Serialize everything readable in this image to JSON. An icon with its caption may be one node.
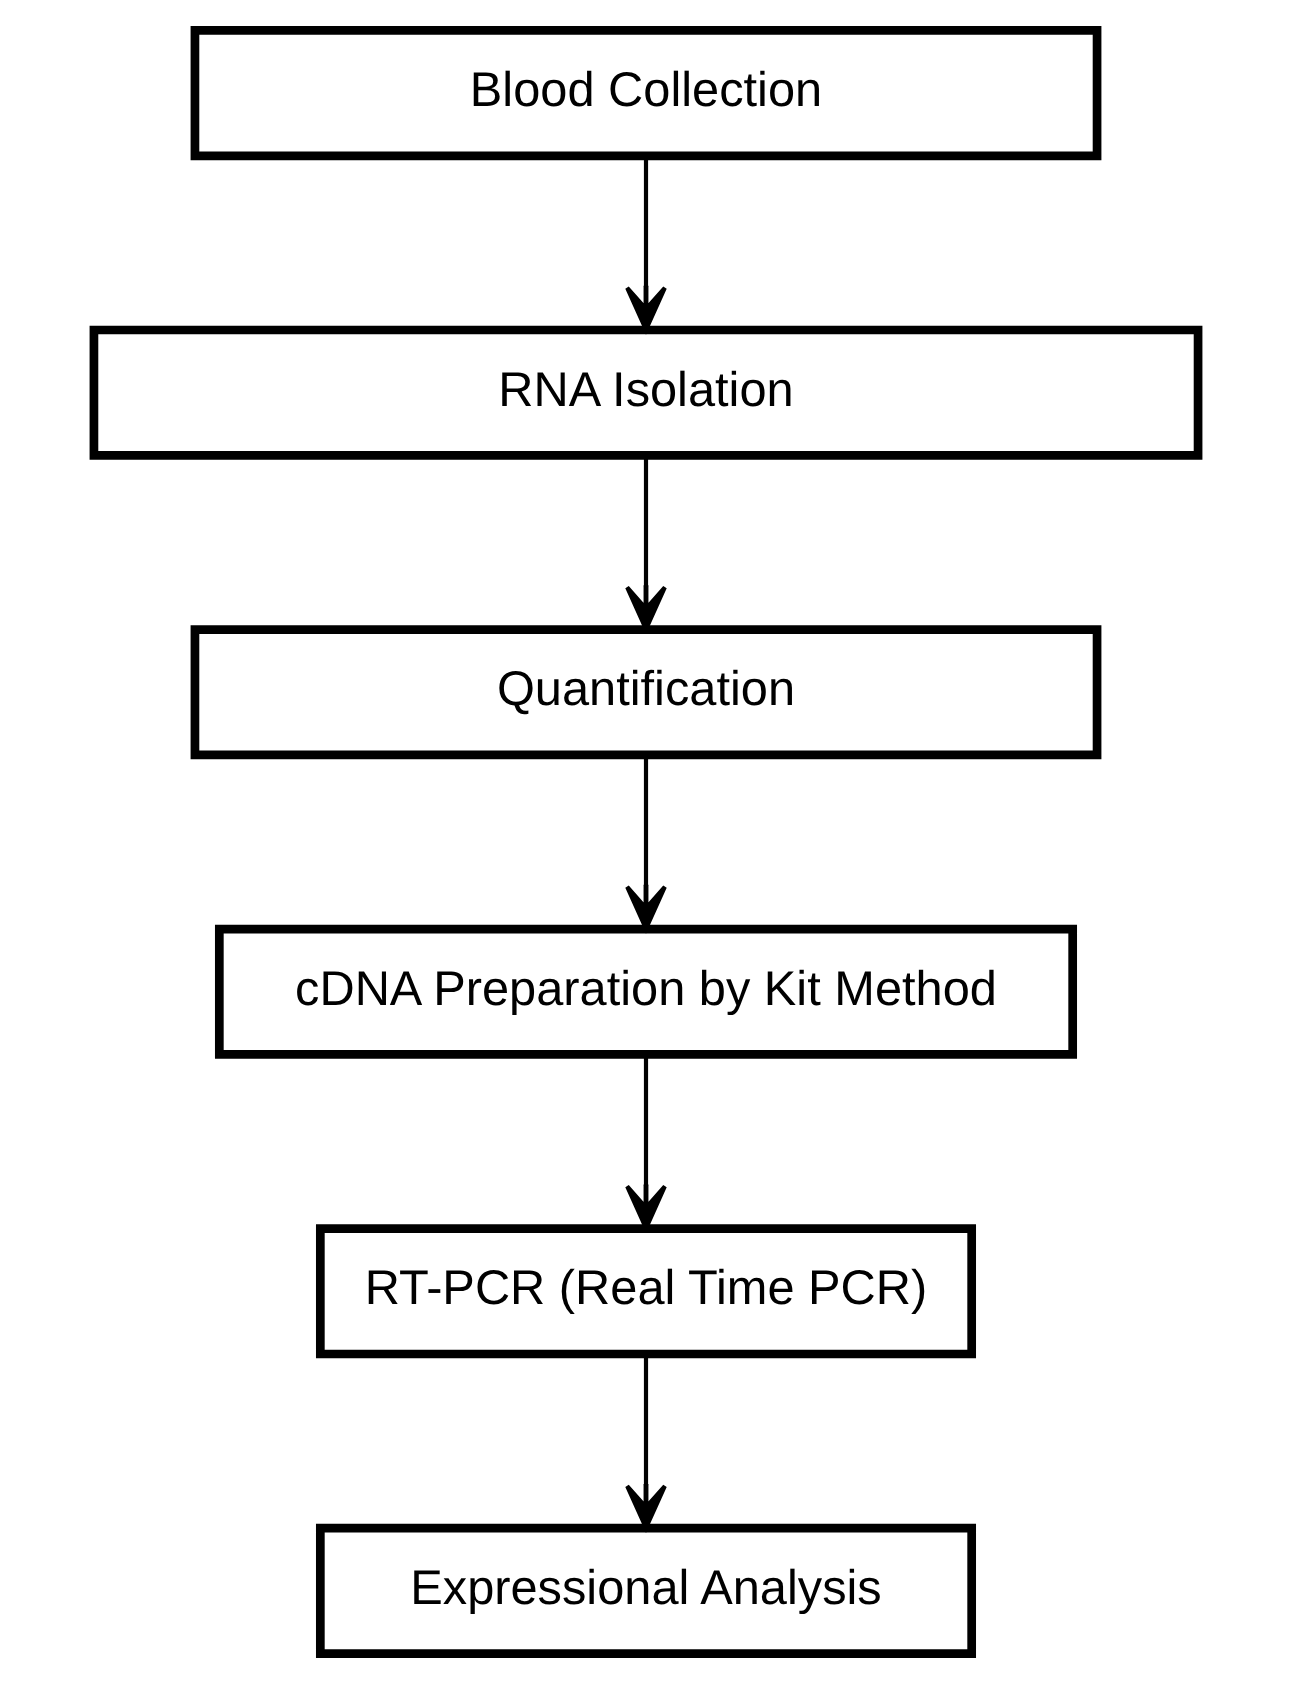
{
  "diagram": {
    "nodes": [
      {
        "text": [
          "Blood Collection"
        ]
      },
      {
        "text": [
          "RNA Isolation"
        ]
      },
      {
        "text": [
          "Quantification"
        ]
      },
      {
        "text": [
          "cDNA Preparation by Kit Method"
        ]
      },
      {
        "text": [
          "RT-PCR (Real Time PCR)"
        ]
      },
      {
        "text": [
          "Expressional Analysis"
        ]
      }
    ],
    "edges": [
      {
        "from": 0,
        "to": 1,
        "arrow": "to"
      },
      {
        "from": 1,
        "to": 2,
        "arrow": "to"
      },
      {
        "from": 2,
        "to": 3,
        "arrow": "to"
      },
      {
        "from": 3,
        "to": 4,
        "arrow": "to"
      },
      {
        "from": 4,
        "to": 5,
        "arrow": "to"
      }
    ]
  }
}
